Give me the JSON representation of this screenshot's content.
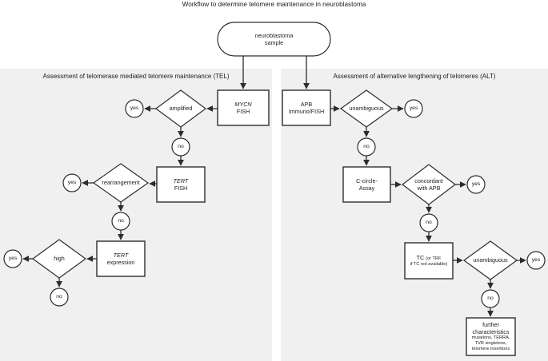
{
  "title": "Workflow to determine telomere maintenance in neuroblastoma",
  "start": {
    "line1": "neuroblastoma",
    "line2": "sample"
  },
  "tel": {
    "header": "Assessment of telomerase mediated telomere maintenance (TEL)",
    "mycn_fish": {
      "gene": "MYCN",
      "method": "FISH"
    },
    "amplified": {
      "label": "amplified",
      "yes": "yes",
      "no": "no"
    },
    "tert_fish": {
      "gene": "TERT",
      "method": "FISH"
    },
    "rearrangement": {
      "label": "rearrangement",
      "yes": "yes",
      "no": "no"
    },
    "tert_expression": {
      "gene": "TERT",
      "method": "expression"
    },
    "high": {
      "label": "high",
      "yes": "yes",
      "no": "no"
    }
  },
  "alt": {
    "header": "Assessment of alternative lengthening of telomeres (ALT)",
    "apb": {
      "line1": "APB",
      "line2": "Immuno/FISH"
    },
    "unambiguous1": {
      "label": "unambiguous",
      "yes": "yes",
      "no": "no"
    },
    "ccircle": {
      "line1": "C-circle-",
      "line2": "Assay"
    },
    "concordant": {
      "line1": "concordant",
      "line2": "with APB",
      "yes": "yes",
      "no": "no"
    },
    "tc": {
      "main": "TC",
      "small1": "(or TRF",
      "small2": "if TC not available)"
    },
    "unambiguous2": {
      "label": "unambiguous",
      "yes": "yes",
      "no": "no"
    },
    "further": {
      "line1": "further",
      "line2": "characteristics",
      "small1": "mutations, TERRA,",
      "small2": "TVR singletons,",
      "small3": "telomere insertions"
    }
  },
  "colors": {
    "panel_bg": "#f0f0f0",
    "stroke": "#2d2d2d",
    "node_fill": "#ffffff",
    "text": "#1c1c1c"
  }
}
